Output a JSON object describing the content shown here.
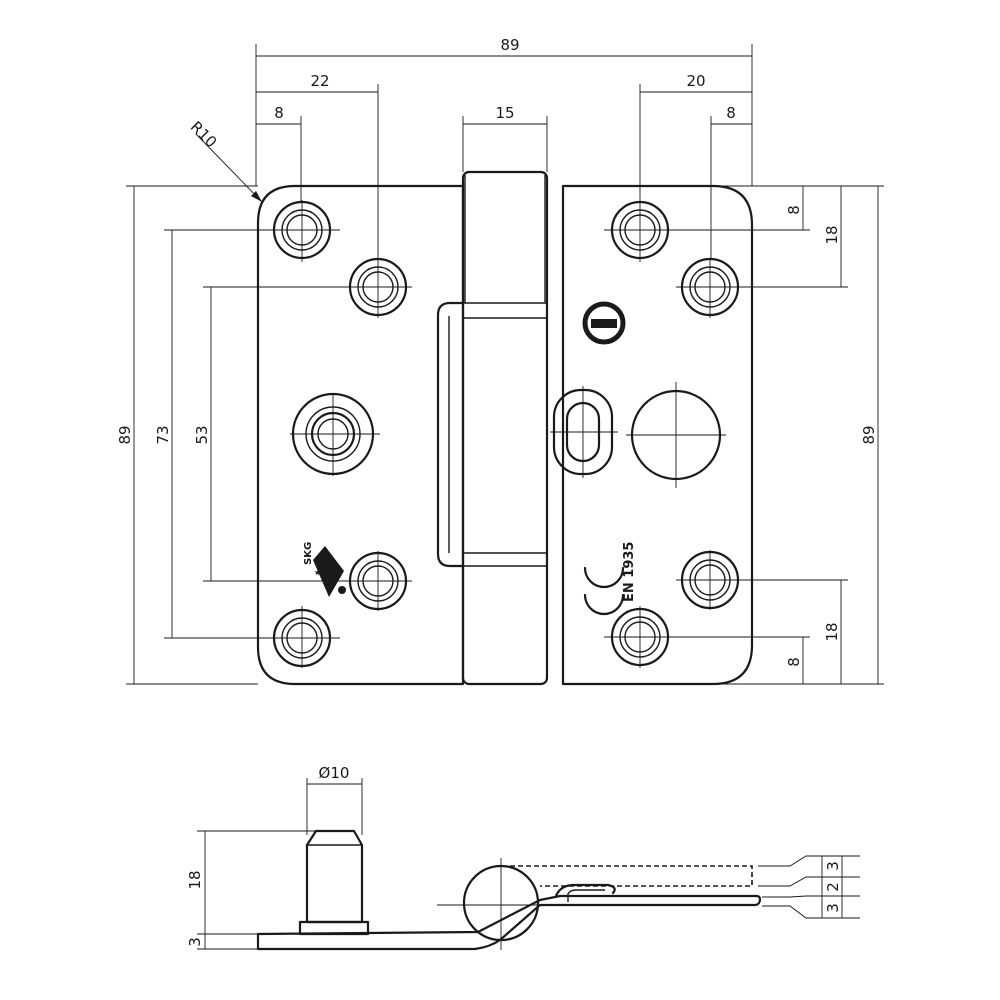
{
  "dimensions": {
    "overall_width": "89",
    "left_hole_offset": "22",
    "left_edge_hole": "8",
    "knuckle_width": "15",
    "right_hole_offset": "20",
    "right_edge_hole": "8",
    "corner_radius": "R10",
    "overall_height_left": "89",
    "height_73": "73",
    "height_53": "53",
    "overall_height_right": "89",
    "right_top_8": "8",
    "right_top_18": "18",
    "right_bottom_18": "18",
    "right_bottom_8": "8",
    "pin_diameter": "Ø10",
    "pin_height": "18",
    "plate_thickness": "3",
    "leaf_3_top": "3",
    "leaf_2": "2",
    "leaf_3_bottom": "3"
  },
  "markings": {
    "ce_mark": "CE",
    "standard": "EN 1935",
    "grade_mark": "I",
    "cert_label": "SKG"
  }
}
